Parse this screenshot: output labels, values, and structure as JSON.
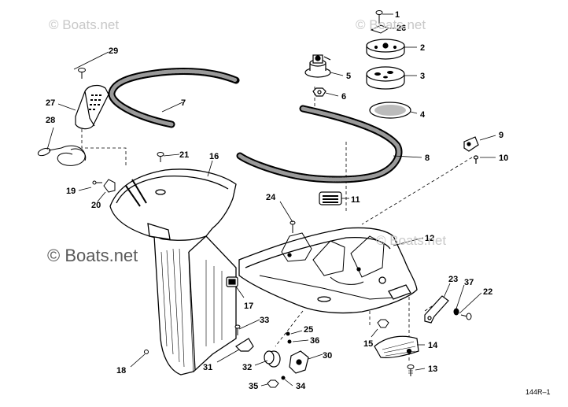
{
  "watermarks": [
    "© Boats.net",
    "© Boats.net",
    "© Boats.net",
    "© Boats.net"
  ],
  "reference_code": "144R–1",
  "part_numbers": [
    "1",
    "26",
    "2",
    "3",
    "4",
    "5",
    "6",
    "7",
    "8",
    "9",
    "10",
    "11",
    "12",
    "13",
    "14",
    "15",
    "16",
    "17",
    "18",
    "19",
    "20",
    "21",
    "22",
    "23",
    "24",
    "25",
    "27",
    "28",
    "29",
    "30",
    "31",
    "32",
    "33",
    "34",
    "35",
    "36",
    "37"
  ]
}
